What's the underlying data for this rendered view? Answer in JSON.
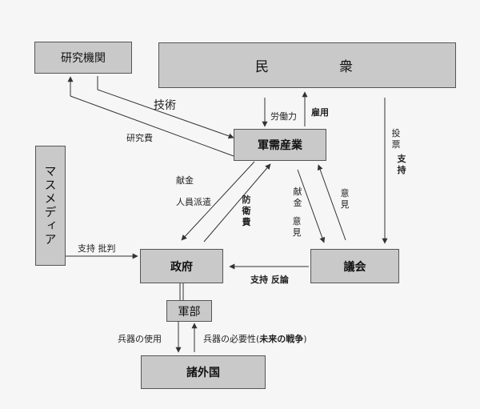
{
  "boxes": {
    "research": "研究機関",
    "people_left": "民",
    "people_right": "衆",
    "munitions": "軍需産業",
    "media": "マスメディア",
    "government": "政府",
    "parliament": "議会",
    "military": "軍部",
    "foreign": "諸外国"
  },
  "labels": {
    "technology": "技術",
    "research_funds": "研究費",
    "labor": "労働力",
    "employment": "雇用",
    "vote": "投票",
    "support_bold": "支持",
    "donation": "献金",
    "personnel": "人員派遣",
    "defense": "防衛費",
    "donation2": "献金",
    "opinion2": "意見",
    "opinion": "意見",
    "support_criticism": "支持 批判",
    "support_rebuttal": "支持 反論",
    "use_weapons": "兵器の使用",
    "need_prefix": "兵器の必要性(",
    "future_war": "未来の戦争",
    "need_suffix": ")"
  }
}
